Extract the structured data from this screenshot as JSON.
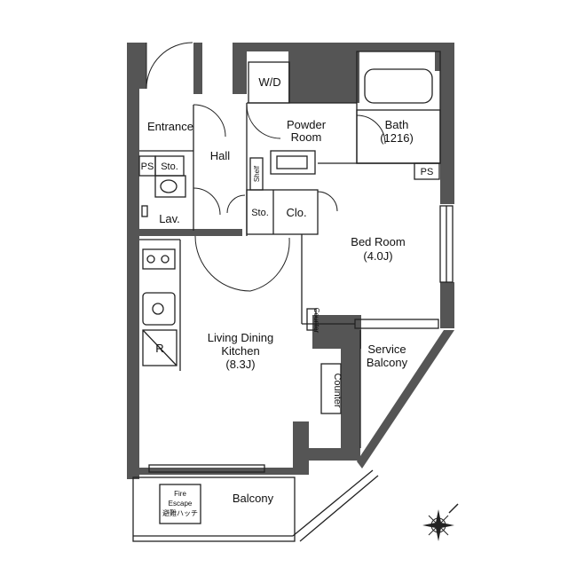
{
  "rooms": {
    "entrance": "Entrance",
    "hall": "Hall",
    "wd": "W/D",
    "powder_1": "Powder",
    "powder_2": "Room",
    "bath_1": "Bath",
    "bath_2": "(1216)",
    "ps": "PS",
    "sto": "Sto.",
    "lav": "Lav.",
    "shelf": "Shelf",
    "clo": "Clo.",
    "bedroom_1": "Bed Room",
    "bedroom_2": "(4.0J)",
    "refrigerator": "R",
    "ldk_1": "Living Dining",
    "ldk_2": "Kitchen",
    "ldk_3": "(8.3J)",
    "counter_small": "Counter",
    "counter": "Counter",
    "service_balcony_1": "Service",
    "service_balcony_2": "Balcony",
    "balcony": "Balcony",
    "fire_escape_1": "Fire",
    "fire_escape_2": "Escape",
    "fire_escape_3": "避難ハッチ"
  },
  "colors": {
    "wall": "#555555",
    "line": "#222222",
    "background": "#ffffff"
  }
}
